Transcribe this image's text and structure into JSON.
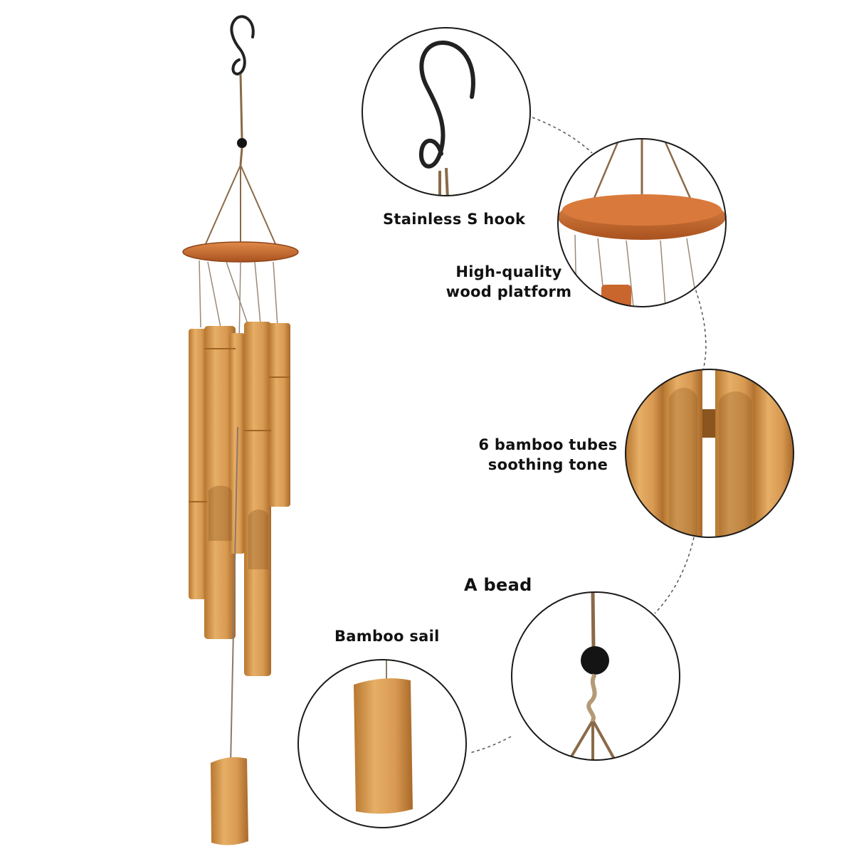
{
  "labels": {
    "hook": "Stainless S hook",
    "platform_line1": "High-quality",
    "platform_line2": "wood  platform",
    "tubes_line1": "6 bamboo tubes",
    "tubes_line2": "soothing tone",
    "bead": "A bead",
    "sail": "Bamboo sail"
  },
  "colors": {
    "bamboo": "#d99a52",
    "bamboo_dark": "#a86a2a",
    "wood": "#c8662e",
    "cord": "#8a6a48",
    "hook": "#222222",
    "bead": "#141414",
    "circle_outline": "#1a1a1a",
    "connector": "#555555"
  },
  "icons": {
    "hook": "s-hook-icon",
    "bead": "bead-icon"
  }
}
